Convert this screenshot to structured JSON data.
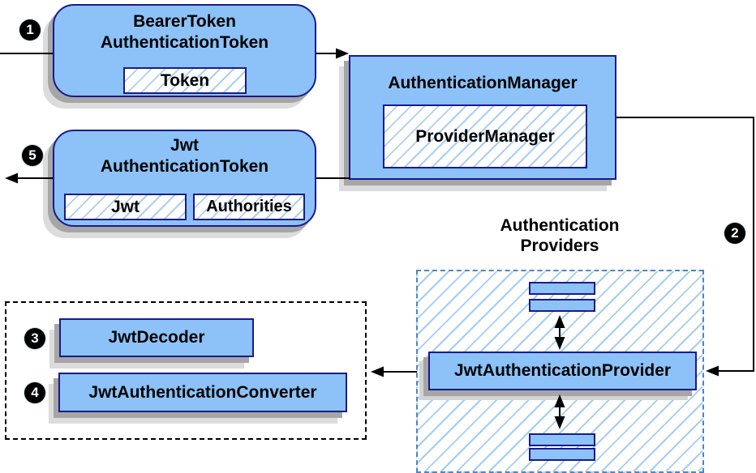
{
  "nodes": {
    "bearer_token": {
      "title_line1": "BearerToken",
      "title_line2": "AuthenticationToken",
      "token_label": "Token"
    },
    "authentication_manager": {
      "title": "AuthenticationManager",
      "provider_manager_label": "ProviderManager"
    },
    "jwt_authentication_token": {
      "title_line1": "Jwt",
      "title_line2": "AuthenticationToken",
      "jwt_label": "Jwt",
      "authorities_label": "Authorities"
    },
    "authentication_providers_label": {
      "line1": "Authentication",
      "line2": "Providers"
    },
    "jwt_authentication_provider": {
      "title": "JwtAuthenticationProvider"
    },
    "jwt_decoder": {
      "title": "JwtDecoder"
    },
    "jwt_authentication_converter": {
      "title": "JwtAuthenticationConverter"
    }
  },
  "steps": {
    "one": "1",
    "two": "2",
    "three": "3",
    "four": "4",
    "five": "5"
  },
  "colors": {
    "node_fill": "#8cc2f7",
    "node_border": "#1a1a8c",
    "hatch_line": "#abcff2",
    "providers_dash_border": "#4c86c8",
    "group_dash_border": "#000000",
    "connector": "#000000",
    "badge_bg": "#000000",
    "badge_text": "#ffffff",
    "shadow_dark": "#a6a6a6",
    "shadow_light": "#dcdcdc"
  }
}
